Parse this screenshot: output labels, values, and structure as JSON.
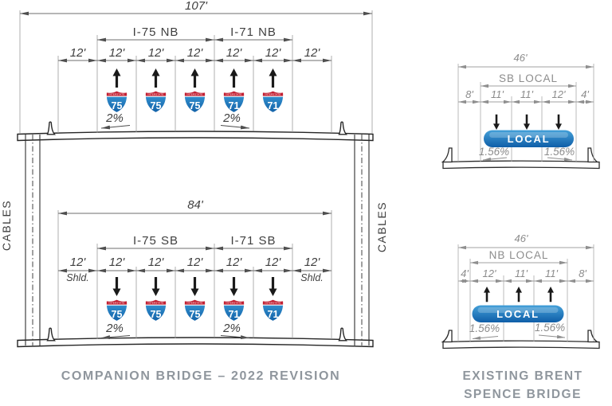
{
  "captions": {
    "companion": "COMPANION BRIDGE – 2022 REVISION",
    "existing_line1": "EXISTING BRENT",
    "existing_line2": "SPENCE BRIDGE"
  },
  "shield_band_text": "INTERSTATE",
  "companion": {
    "overall_width": "107'",
    "roadway_width": "84'",
    "cables_label": "CABLES",
    "upper_deck": {
      "i75_label": "I-75 NB",
      "i71_label": "I-71 NB",
      "lane_widths": [
        "12'",
        "12'",
        "12'",
        "12'",
        "12'",
        "12'",
        "12'"
      ],
      "shields": [
        "75",
        "75",
        "75",
        "71",
        "71"
      ],
      "slopes": [
        "2%",
        "2%"
      ]
    },
    "lower_deck": {
      "i75_label": "I-75 SB",
      "i71_label": "I-71 SB",
      "shoulder_label": "Shld.",
      "lane_widths": [
        "12'",
        "12'",
        "12'",
        "12'",
        "12'",
        "12'",
        "12'"
      ],
      "shields": [
        "75",
        "75",
        "75",
        "71",
        "71"
      ],
      "slopes": [
        "2%",
        "2%"
      ]
    }
  },
  "existing": {
    "sb_deck": {
      "overall_width": "46'",
      "label": "SB LOCAL",
      "lane_widths": [
        "8'",
        "11'",
        "11'",
        "12'",
        "4'"
      ],
      "badge_label": "LOCAL",
      "slopes": [
        "1.56%",
        "1.56%"
      ]
    },
    "nb_deck": {
      "overall_width": "46'",
      "label": "NB LOCAL",
      "lane_widths": [
        "4'",
        "12'",
        "11'",
        "11'",
        "8'"
      ],
      "badge_label": "LOCAL",
      "slopes": [
        "1.56%",
        "1.56%"
      ]
    }
  },
  "colors": {
    "shield_red": "#c22033",
    "shield_blue": "#1669b3",
    "badge_blue": "#1a70bb",
    "caption_gray": "#8f969d"
  }
}
